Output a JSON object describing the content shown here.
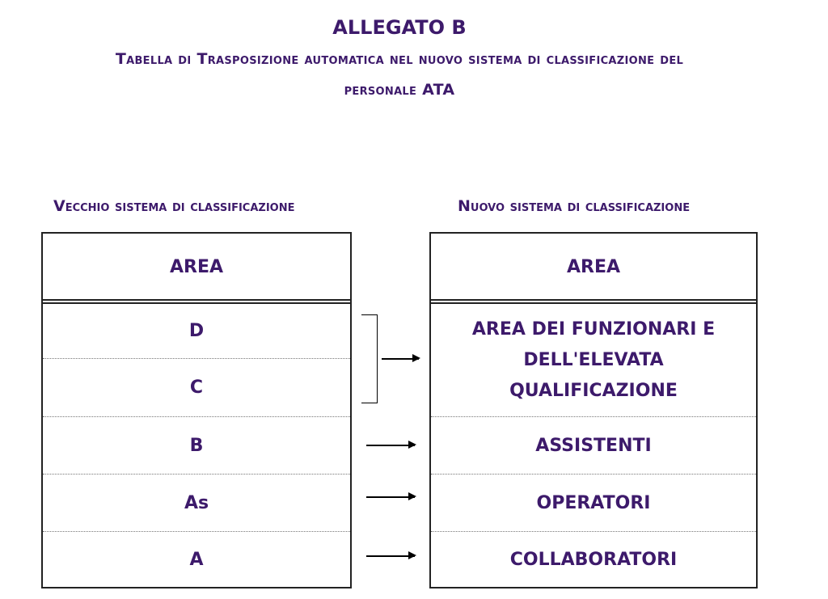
{
  "title": "ALLEGATO B",
  "subtitle_line1": "Tabella di Trasposizione  automatica nel nuovo sistema di classificazione del",
  "subtitle_line2": "personale ATA",
  "old_system": {
    "heading": "Vecchio sistema di classificazione",
    "header": "AREA",
    "rows": [
      "D",
      "C",
      "B",
      "As",
      "A"
    ]
  },
  "new_system": {
    "heading": "Nuovo sistema di classificazione",
    "header": "AREA",
    "rows": [
      "AREA DEI FUNZIONARI E DELL'ELEVATA QUALIFICAZIONE",
      "ASSISTENTI",
      "OPERATORI",
      "COLLABORATORI"
    ]
  },
  "colors": {
    "text": "#3d1a6b",
    "border": "#222222"
  }
}
